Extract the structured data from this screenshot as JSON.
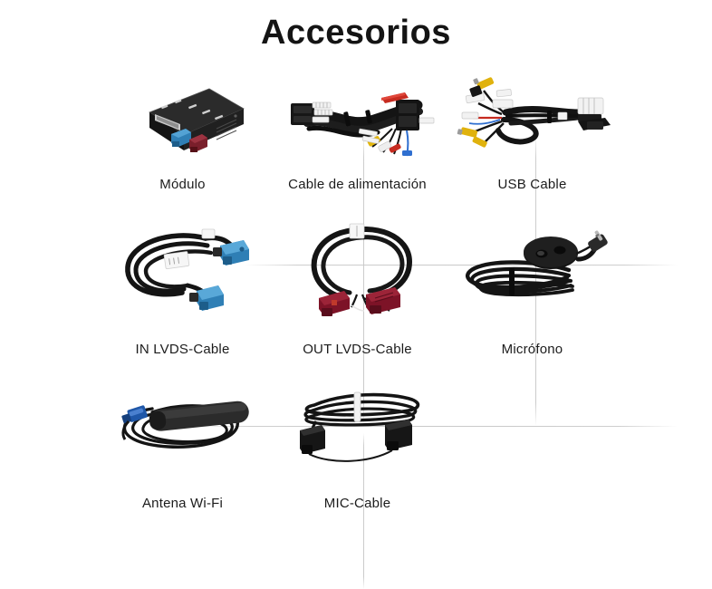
{
  "page": {
    "title": "Accesorios",
    "background_color": "#ffffff",
    "text_color": "#1a1a1a",
    "divider_color": "#c6c6c6"
  },
  "grid": {
    "columns": 3,
    "rows": 3,
    "items": [
      {
        "label": "Módulo",
        "icon": "module-box-icon",
        "row": 1,
        "column": 1,
        "colors": {
          "body": "#1b1b1b",
          "connector_blue": "#2f7fb5",
          "connector_red": "#7a1f2b"
        }
      },
      {
        "label": "Cable de alimentación",
        "icon": "power-harness-cable-icon",
        "row": 1,
        "column": 2,
        "colors": {
          "wire": "#141414",
          "rca_red": "#c62b20",
          "rca_yellow": "#e3b60c",
          "rca_white": "#e8e8e8"
        }
      },
      {
        "label": "USB Cable",
        "icon": "usb-cable-icon",
        "row": 1,
        "column": 3,
        "colors": {
          "wire": "#141414",
          "rca_yellow": "#e0b20d",
          "housing_white": "#f0f0f0",
          "rca_red": "#c62b20"
        }
      },
      {
        "label": "IN LVDS-Cable",
        "icon": "in-lvds-cable-icon",
        "row": 2,
        "column": 1,
        "colors": {
          "wire": "#141414",
          "connector_blue": "#2f7fb5",
          "label_tag": "#f5f5f5"
        }
      },
      {
        "label": "OUT LVDS-Cable",
        "icon": "out-lvds-cable-icon",
        "row": 2,
        "column": 2,
        "colors": {
          "wire": "#141414",
          "connector_red": "#7d1327",
          "label_tag": "#f5f5f5"
        }
      },
      {
        "label": "Micrófono",
        "icon": "microphone-icon",
        "row": 2,
        "column": 3,
        "colors": {
          "wire": "#141414",
          "mic_head": "#141414",
          "jack": "#3a3a3a"
        }
      },
      {
        "label": "Antena Wi-Fi",
        "icon": "wifi-antenna-icon",
        "row": 3,
        "column": 1,
        "colors": {
          "antenna_body": "#2b2b2b",
          "wire": "#141414",
          "connector_blue": "#1f57a8"
        }
      },
      {
        "label": "MIC-Cable",
        "icon": "mic-cable-icon",
        "row": 3,
        "column": 2,
        "colors": {
          "wire": "#141414",
          "connector_black": "#161616",
          "label_tag": "#f2f2f2"
        }
      }
    ]
  }
}
